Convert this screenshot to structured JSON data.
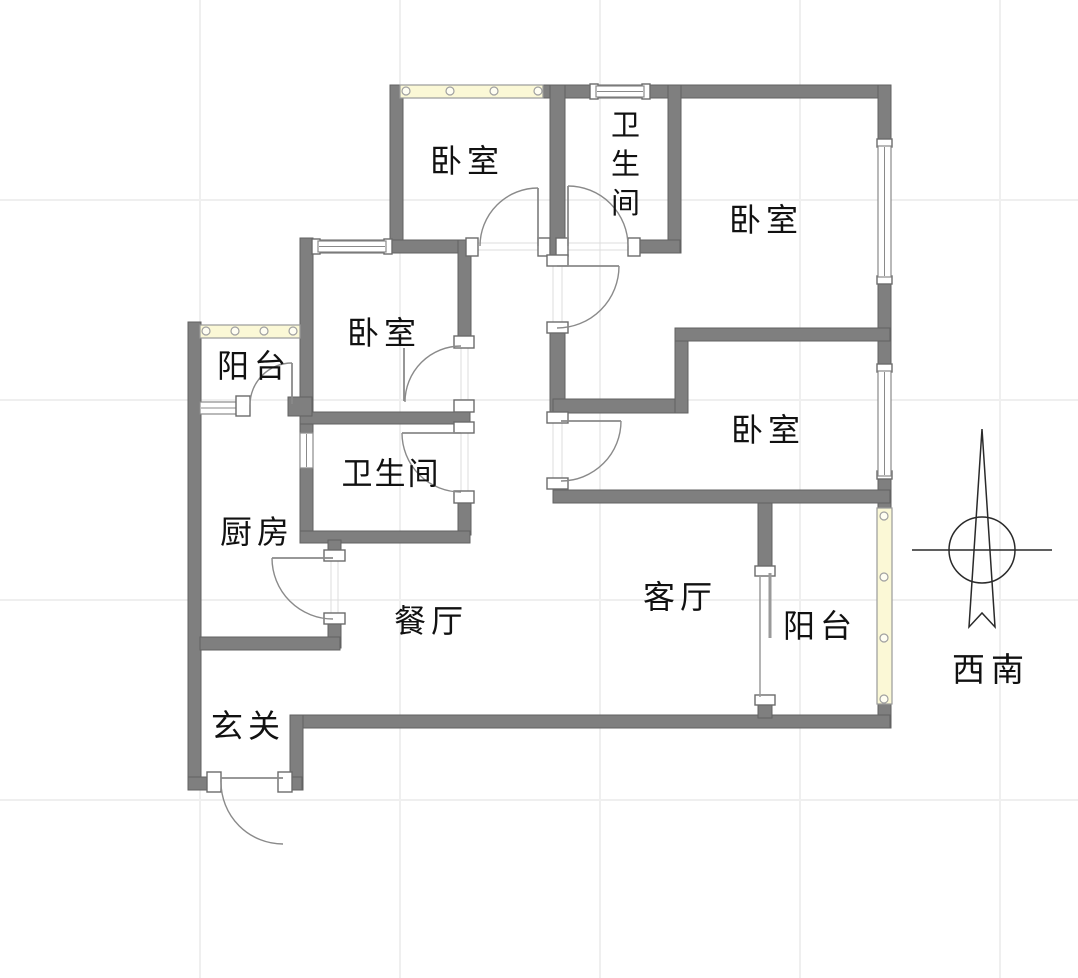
{
  "page": {
    "type": "residential-floor-plan"
  },
  "rooms": [
    {
      "id": "bedroom-nw",
      "label": "卧室"
    },
    {
      "id": "bathroom-n",
      "label": "卫生间"
    },
    {
      "id": "bedroom-ne",
      "label": "卧室"
    },
    {
      "id": "bedroom-w",
      "label": "卧室"
    },
    {
      "id": "bedroom-e",
      "label": "卧室"
    },
    {
      "id": "bathroom-s",
      "label": "卫生间"
    },
    {
      "id": "balcony-w",
      "label": "阳台"
    },
    {
      "id": "kitchen",
      "label": "厨房"
    },
    {
      "id": "dining",
      "label": "餐厅"
    },
    {
      "id": "living",
      "label": "客厅"
    },
    {
      "id": "balcony-s",
      "label": "阳台"
    },
    {
      "id": "entry",
      "label": "玄关"
    }
  ],
  "compass": {
    "direction_label": "西南"
  },
  "colors": {
    "wall": "#7f7f7f",
    "window_tint": "#fbf8d6",
    "window_frame": "#8a8a8a",
    "door_arc": "#8a8a8a",
    "grid": "#efefef",
    "text": "#111111"
  }
}
